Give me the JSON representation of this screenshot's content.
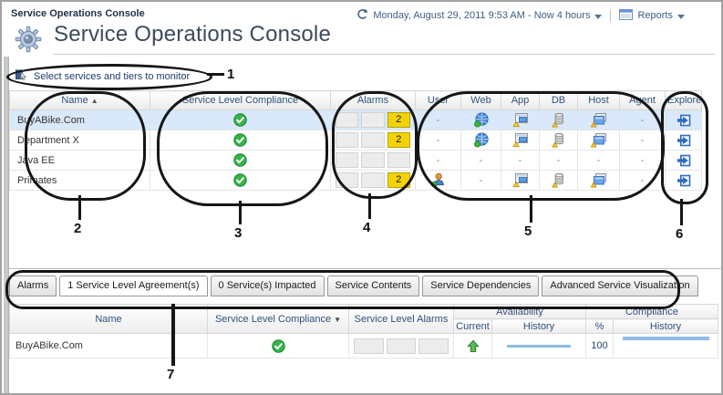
{
  "header": {
    "breadcrumb": "Service Operations Console",
    "title": "Service Operations Console",
    "time_range": "Monday, August 29, 2011 9:53 AM - Now 4 hours",
    "reports_label": "Reports"
  },
  "select_link": {
    "label": "Select services and tiers to monitor"
  },
  "main_table": {
    "columns": [
      "Name",
      "Service Level Compliance",
      "Alarms",
      "User",
      "Web",
      "App",
      "DB",
      "Host",
      "Agent",
      "Explore"
    ],
    "sort": {
      "column": "Name",
      "direction": "asc"
    },
    "rows": [
      {
        "name": "BuyABike.Com",
        "selected": true,
        "compliance": "check-icon",
        "alarm_cells": [
          "",
          "",
          "2"
        ],
        "tiers": {
          "user": "dash",
          "web": "globe-icon",
          "app": "app-warning-icon",
          "db": "db-warning-icon",
          "host": "host-warning-icon",
          "agent": "dash"
        },
        "explore": "explore-icon"
      },
      {
        "name": "Department X",
        "selected": false,
        "compliance": "check-icon",
        "alarm_cells": [
          "",
          "",
          "2"
        ],
        "tiers": {
          "user": "dash",
          "web": "globe-icon",
          "app": "app-warning-icon",
          "db": "db-warning-icon",
          "host": "host-warning-icon",
          "agent": "dash"
        },
        "explore": "explore-icon"
      },
      {
        "name": "Java EE",
        "selected": false,
        "compliance": "check-icon",
        "alarm_cells": [
          "",
          "",
          ""
        ],
        "tiers": {
          "user": "dash",
          "web": "dash",
          "app": "dash",
          "db": "dash",
          "host": "dash",
          "agent": "dash"
        },
        "explore": "explore-icon"
      },
      {
        "name": "Primates",
        "selected": false,
        "compliance": "check-icon",
        "alarm_cells": [
          "",
          "",
          "2"
        ],
        "tiers": {
          "user": "user-icon",
          "web": "dash",
          "app": "app-warning-icon",
          "db": "db-warning-icon",
          "host": "host-warning-icon",
          "agent": "dash"
        },
        "explore": "explore-icon"
      }
    ]
  },
  "tabs": [
    {
      "label": "Alarms",
      "selected": false
    },
    {
      "label": "1 Service Level Agreement(s)",
      "selected": true
    },
    {
      "label": "0 Service(s) Impacted",
      "selected": false
    },
    {
      "label": "Service Contents",
      "selected": false
    },
    {
      "label": "Service Dependencies",
      "selected": false
    },
    {
      "label": "Advanced Service Visualization",
      "selected": false
    }
  ],
  "bottom_table": {
    "headers": {
      "name": "Name",
      "compliance": "Service Level Compliance",
      "alarms": "Service Level Alarms",
      "availability": "Availability",
      "current": "Current",
      "history": "History",
      "percent": "%",
      "compliance_group": "Compliance",
      "history2": "History"
    },
    "sort": {
      "column": "Service Level Compliance",
      "direction": "desc"
    },
    "row": {
      "name": "BuyABike.Com",
      "compliance": "check-icon",
      "alarm_cells": [
        "",
        "",
        ""
      ],
      "availability_current": "up-arrow-icon",
      "percent": "100"
    }
  },
  "callouts": {
    "items": [
      "1",
      "2",
      "3",
      "4",
      "5",
      "6",
      "7"
    ]
  },
  "colors": {
    "alarm_yellow": "#f3d206",
    "selected_row": "#d9e8fa",
    "header_text": "#30507c",
    "compliance_green": "#35b44a",
    "sparkline_blue": "#8cbce8",
    "annotation_black": "#161616"
  }
}
